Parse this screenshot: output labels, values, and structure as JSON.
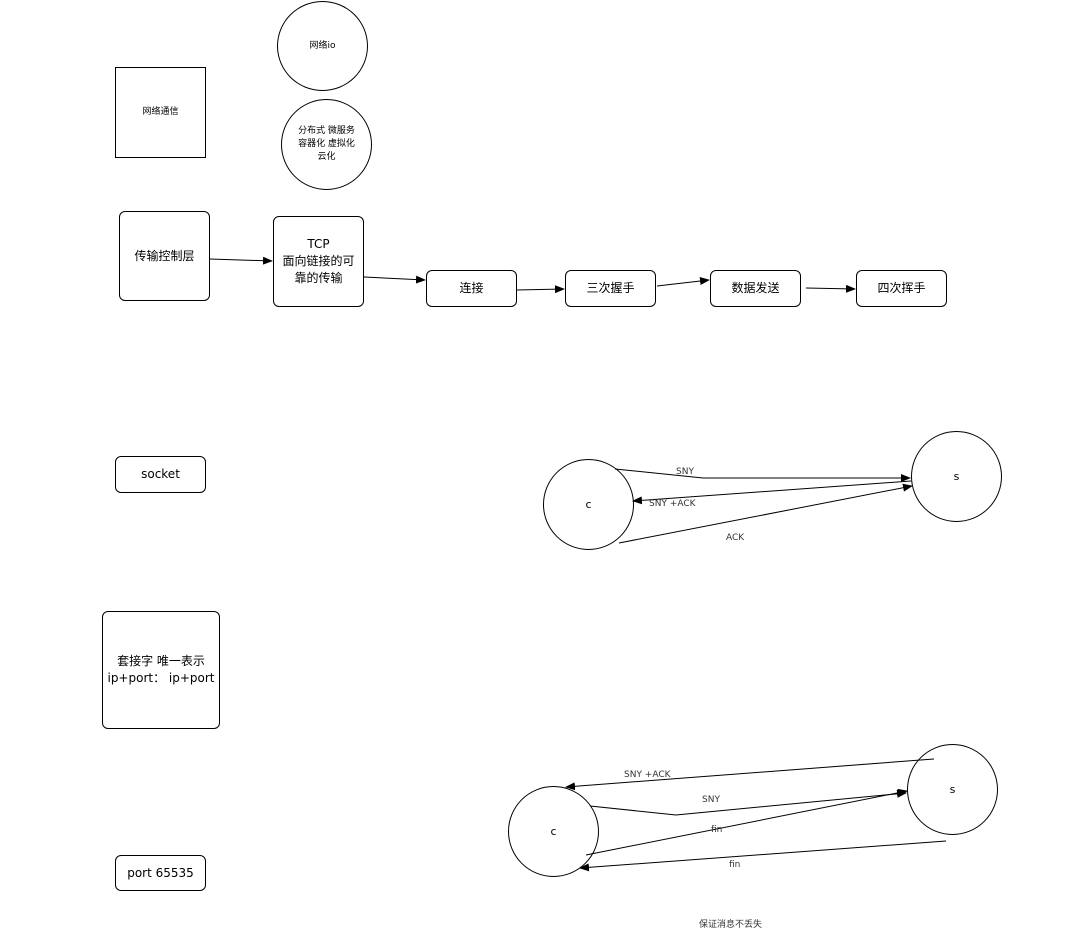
{
  "nodes": {
    "network_comm": "网络通信",
    "network_io": "网络io",
    "distributed": "分布式 微服务\n容器化 虚拟化\n云化",
    "transport_layer": "传输控制层",
    "tcp": "TCP\n面向链接的可\n靠的传输",
    "connect": "连接",
    "three_way": "三次握手",
    "data_send": "数据发送",
    "four_way": "四次挥手",
    "socket": "socket",
    "socket_desc": "套接字 唯一表示\nip+port： ip+port",
    "port": "port 65535",
    "client_1": "c",
    "server_1": "s",
    "client_2": "c",
    "server_2": "s"
  },
  "edge_labels": {
    "hs_sny": "SNY",
    "hs_sny_ack": "SNY +ACK",
    "hs_ack": "ACK",
    "w_sny_ack": "SNY +ACK",
    "w_sny": "SNY",
    "w_fin_1": "fin",
    "w_fin_2": "fin"
  },
  "note": "保证消息不丢失"
}
